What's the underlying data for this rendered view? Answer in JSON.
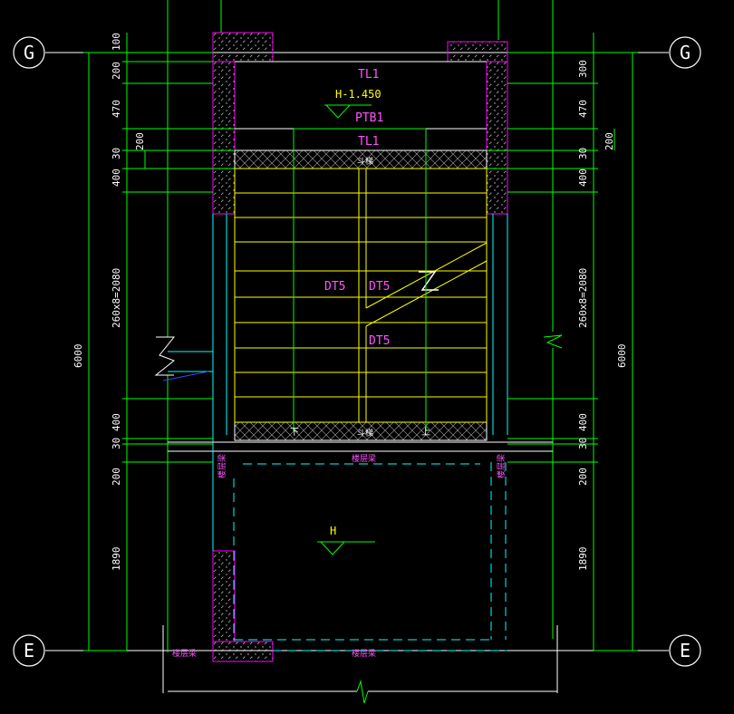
{
  "colors": {
    "background": "#000000",
    "axis_line": "#ffffff",
    "dimension": "#00ff00",
    "wall_outline": "#ff00ff",
    "wall_hatch": "#ffffff",
    "beam_line": "#ffffff",
    "stair_tread": "#ffff00",
    "label_magenta": "#ff55ff",
    "label_yellow": "#ffff00",
    "dashed_line": "#00ffff",
    "green_line": "#00ff00",
    "blue_line": "#4040ff"
  },
  "axes": {
    "top_left": "G",
    "top_right": "G",
    "bottom_left": "E",
    "bottom_right": "E"
  },
  "labels": {
    "tl1_top": "TL1",
    "elevation_top": "H-1.450",
    "ptb1": "PTB1",
    "tl1_second": "TL1",
    "dt5_left": "DT5",
    "dt5_right": "DT5",
    "dt5_lower": "DT5",
    "elevation_bottom": "H",
    "top_beam_note": "斗梯",
    "bottom_beam_note": "斗梯",
    "down_arrow": "下",
    "up_arrow": "上",
    "floor_beam_center": "楼层梁",
    "floor_beam_left": "楼层梁",
    "floor_beam_right": "楼层梁",
    "floor_beam_bottom_left": "楼层梁",
    "floor_beam_bottom_center": "楼层梁"
  },
  "dimensions_left": {
    "d1": "100",
    "d2": "200",
    "d3": "470",
    "d4": "200",
    "d5": "30",
    "d6": "400",
    "d7": "260x8=2080",
    "d8": "30",
    "d9": "400",
    "d10": "200",
    "d11": "1890",
    "overall": "6000"
  },
  "dimensions_right": {
    "d1": "300",
    "d2": "470",
    "d3": "200",
    "d4": "30",
    "d5": "400",
    "d6": "260x8=2080",
    "d7": "30",
    "d8": "400",
    "d9": "200",
    "d10": "1890",
    "overall": "6000"
  }
}
